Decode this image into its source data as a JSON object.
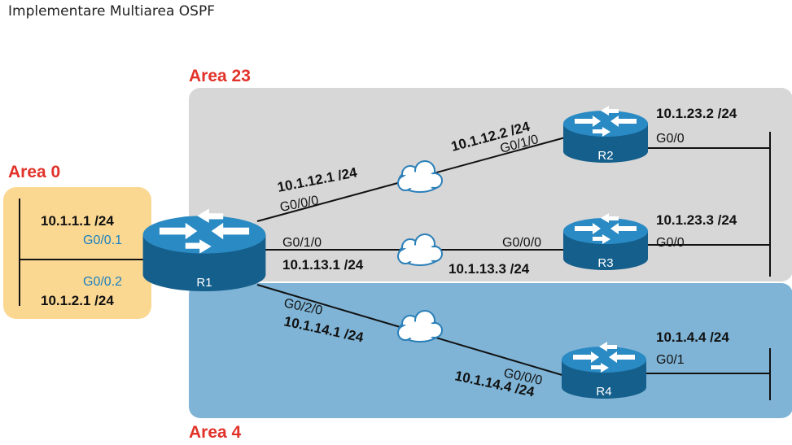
{
  "title": "Implementare Multiarea OSPF",
  "colors": {
    "area_label": "#e1322a",
    "area0_fill": "#fbd892",
    "area23_fill": "#d7d7d8",
    "area4_fill": "#7fb4d6",
    "router_body": "#1d7fb6",
    "link": "#111111"
  },
  "areas": {
    "area0": "Area 0",
    "area23": "Area 23",
    "area4": "Area 4"
  },
  "routers": {
    "r1": "R1",
    "r2": "R2",
    "r3": "R3",
    "r4": "R4"
  },
  "labels": {
    "r1_lan1_ip": "10.1.1.1 /24",
    "r1_lan1_if": "G0/0.1",
    "r1_lan2_if": "G0/0.2",
    "r1_lan2_ip": "10.1.2.1 /24",
    "r1_r2_ip": "10.1.12.1 /24",
    "r1_r2_if": "G0/0/0",
    "r2_r1_ip": "10.1.12.2 /24",
    "r2_r1_if": "G0/1/0",
    "r1_r3_if": "G0/1/0",
    "r1_r3_ip": "10.1.13.1 /24",
    "r3_r1_if": "G0/0/0",
    "r3_r1_ip": "10.1.13.3 /24",
    "r1_r4_if": "G0/2/0",
    "r1_r4_ip": "10.1.14.1 /24",
    "r4_r1_if": "G0/0/0",
    "r4_r1_ip": "10.1.14.4 /24",
    "r2_lan_ip": "10.1.23.2 /24",
    "r2_lan_if": "G0/0",
    "r3_lan_ip": "10.1.23.3 /24",
    "r3_lan_if": "G0/0",
    "r4_lan_ip": "10.1.4.4 /24",
    "r4_lan_if": "G0/1"
  },
  "icons": [
    "router-icon",
    "cloud-icon"
  ]
}
